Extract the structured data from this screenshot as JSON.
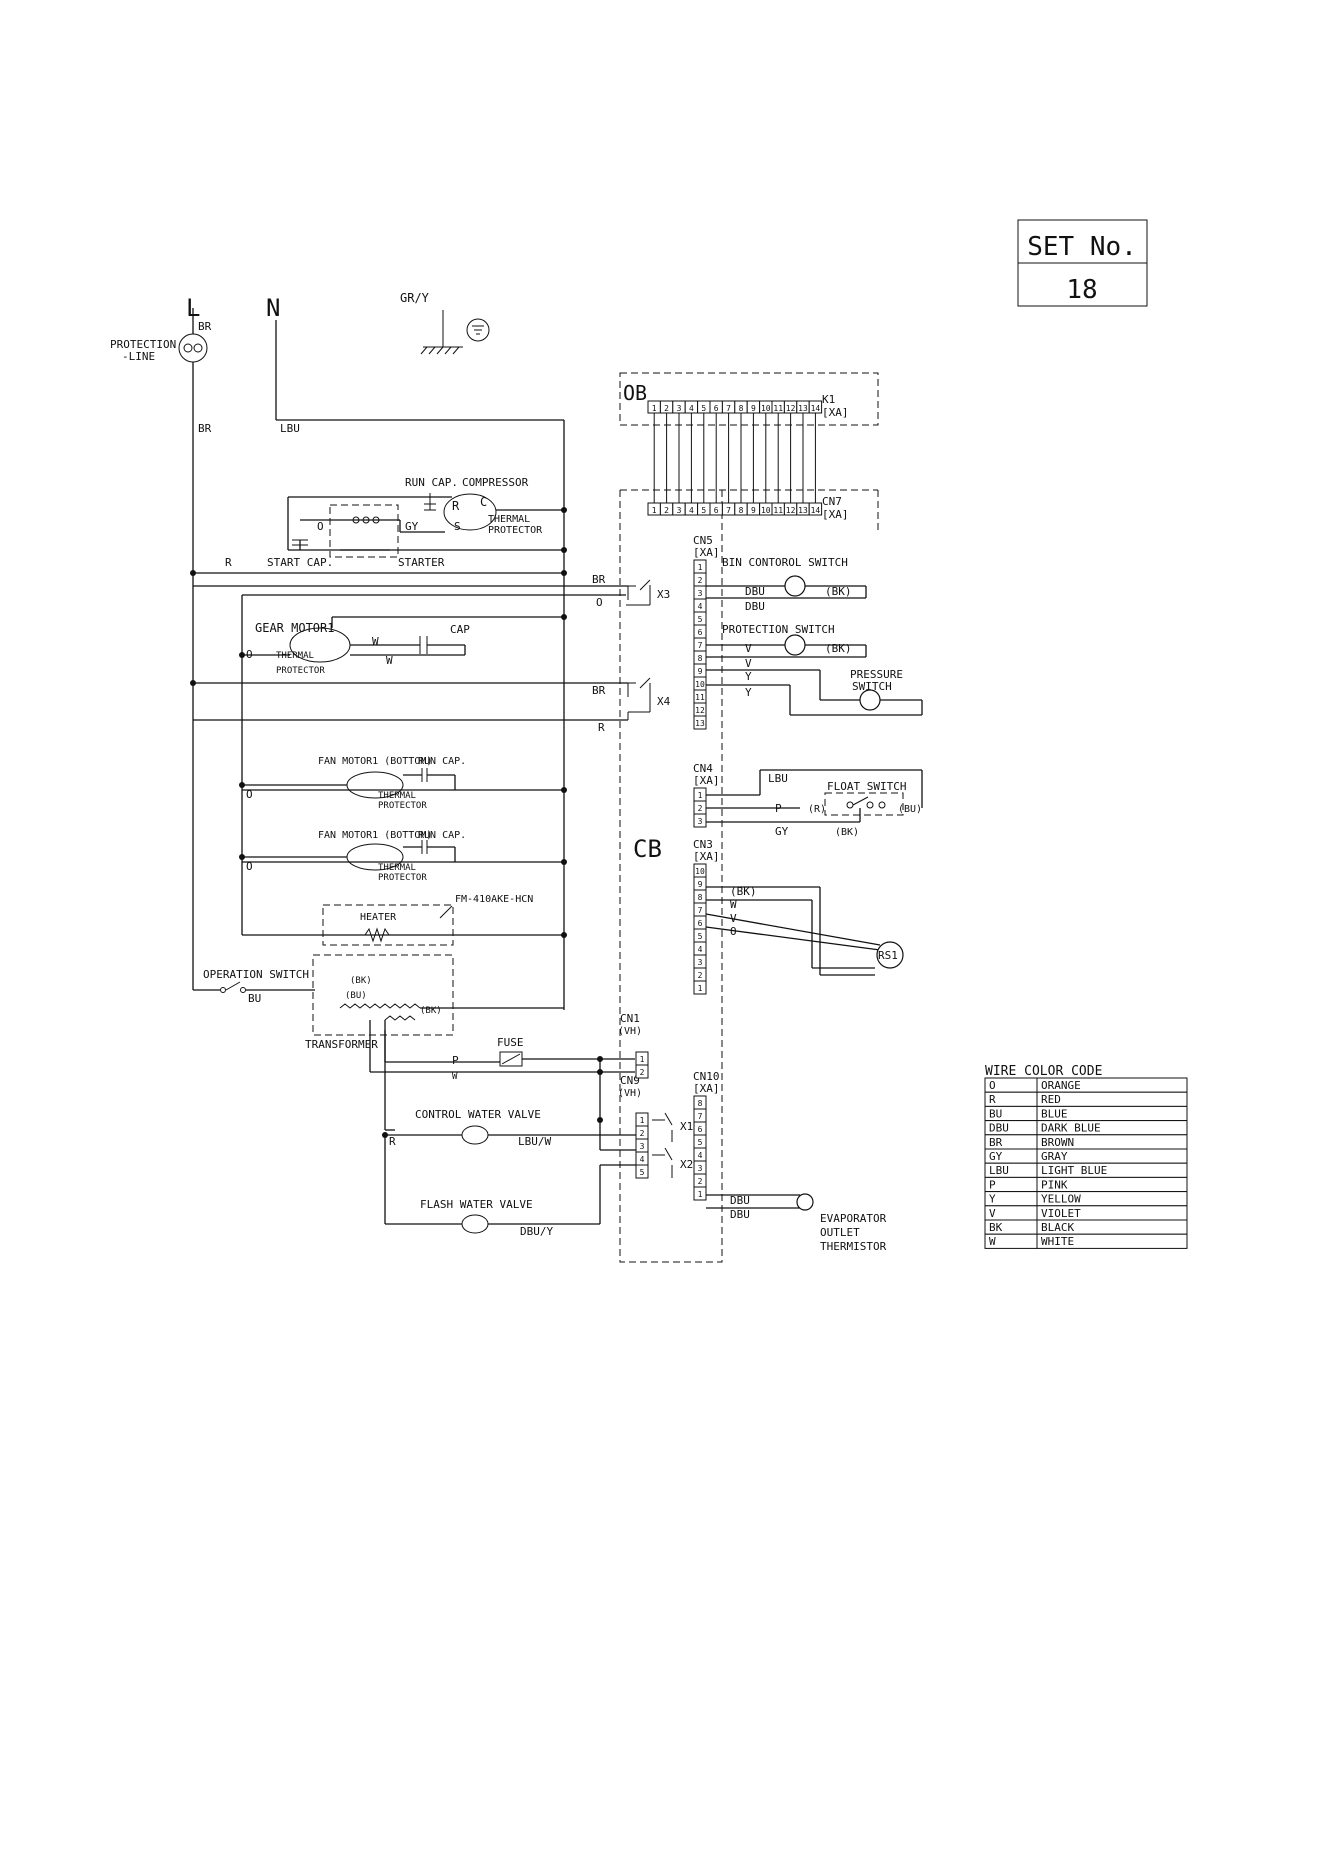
{
  "set_box": {
    "title": "SET No.",
    "number": "18"
  },
  "supply": {
    "l": "L",
    "n": "N",
    "ground": "GR/Y"
  },
  "protection_line": [
    "PROTECTION",
    "-LINE"
  ],
  "wires": {
    "br": "BR",
    "lbu": "LBU",
    "r": "R",
    "o": "O",
    "w": "W",
    "gy": "GY",
    "bu": "BU",
    "p": "P",
    "dbu": "DBU",
    "v": "V",
    "y": "Y",
    "bk": "(BK)",
    "lbu_w": "LBU/W",
    "dbu_y": "DBU/Y",
    "bu_paren": "(BU)",
    "r_paren": "(R)"
  },
  "boards": {
    "ob": "OB",
    "cb": "CB",
    "k1": "K1",
    "cn7": "CN7",
    "xa": "[XA]",
    "cn5": "CN5",
    "cn4": "CN4",
    "cn3": "CN3",
    "cn10": "CN10",
    "cn1": "CN1",
    "cn9": "CN9",
    "vh": "(VH)",
    "ob_pins": [
      "1",
      "2",
      "3",
      "4",
      "5",
      "6",
      "7",
      "8",
      "9",
      "10",
      "11",
      "12",
      "13",
      "14"
    ]
  },
  "relays": {
    "x1": "X1",
    "x2": "X2",
    "x3": "X3",
    "x4": "X4"
  },
  "components": {
    "run_cap": "RUN CAP.",
    "compressor": "COMPRESSOR",
    "thermal_protector": "THERMAL",
    "protector": "PROTECTOR",
    "start_cap": "START CAP.",
    "starter": "STARTER",
    "gear_motor": "GEAR MOTOR1",
    "cap": "CAP",
    "fan_motor": "FAN MOTOR1 (BOTTOM)",
    "fan_run_cap": "RUN CAP.",
    "heater": "HEATER",
    "heater_model": "FM-410AKE-HCN",
    "operation_switch": "OPERATION SWITCH",
    "transformer": "TRANSFORMER",
    "fuse": "FUSE",
    "control_water_valve": "CONTROL WATER VALVE",
    "flash_water_valve": "FLASH WATER VALVE",
    "bin_switch": "BIN CONTOROL SWITCH",
    "protection_switch": "PROTECTION SWITCH",
    "pressure_switch": [
      "PRESSURE",
      "SWITCH"
    ],
    "float_switch": "FLOAT SWITCH",
    "rs": "RS1",
    "evaporator": [
      "EVAPORATOR",
      "OUTLET",
      "THERMISTOR"
    ],
    "c": "C",
    "s": "S",
    "r": "R"
  },
  "wire_color_code": {
    "title": "WIRE  COLOR  CODE",
    "rows": [
      {
        "code": "O",
        "color": "ORANGE"
      },
      {
        "code": "R",
        "color": "RED"
      },
      {
        "code": "BU",
        "color": "BLUE"
      },
      {
        "code": "DBU",
        "color": "DARK BLUE"
      },
      {
        "code": "BR",
        "color": "BROWN"
      },
      {
        "code": "GY",
        "color": "GRAY"
      },
      {
        "code": "LBU",
        "color": "LIGHT BLUE"
      },
      {
        "code": "P",
        "color": "PINK"
      },
      {
        "code": "Y",
        "color": "YELLOW"
      },
      {
        "code": "V",
        "color": "VIOLET"
      },
      {
        "code": "BK",
        "color": "BLACK"
      },
      {
        "code": "W",
        "color": "WHITE"
      }
    ]
  }
}
